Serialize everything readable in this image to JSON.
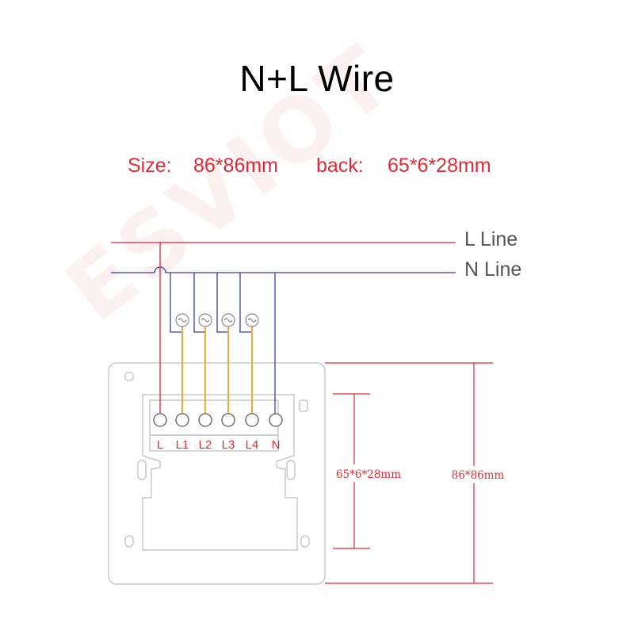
{
  "title": "N+L Wire",
  "size_info": {
    "size_label": "Size:",
    "size_value": "86*86mm",
    "back_label": "back:",
    "back_value": "65*6*28mm"
  },
  "lines": {
    "l_line": "L Line",
    "n_line": "N Line"
  },
  "terminals": [
    "L",
    "L1",
    "L2",
    "L3",
    "L4",
    "N"
  ],
  "dimensions": {
    "inner": "65*6*28mm",
    "outer": "86*86mm"
  },
  "watermark": "ESVIOT",
  "colors": {
    "red": "#e02a35",
    "blue": "#3a3f9b",
    "orange": "#f2a93b",
    "outline": "#c8c8c8"
  }
}
